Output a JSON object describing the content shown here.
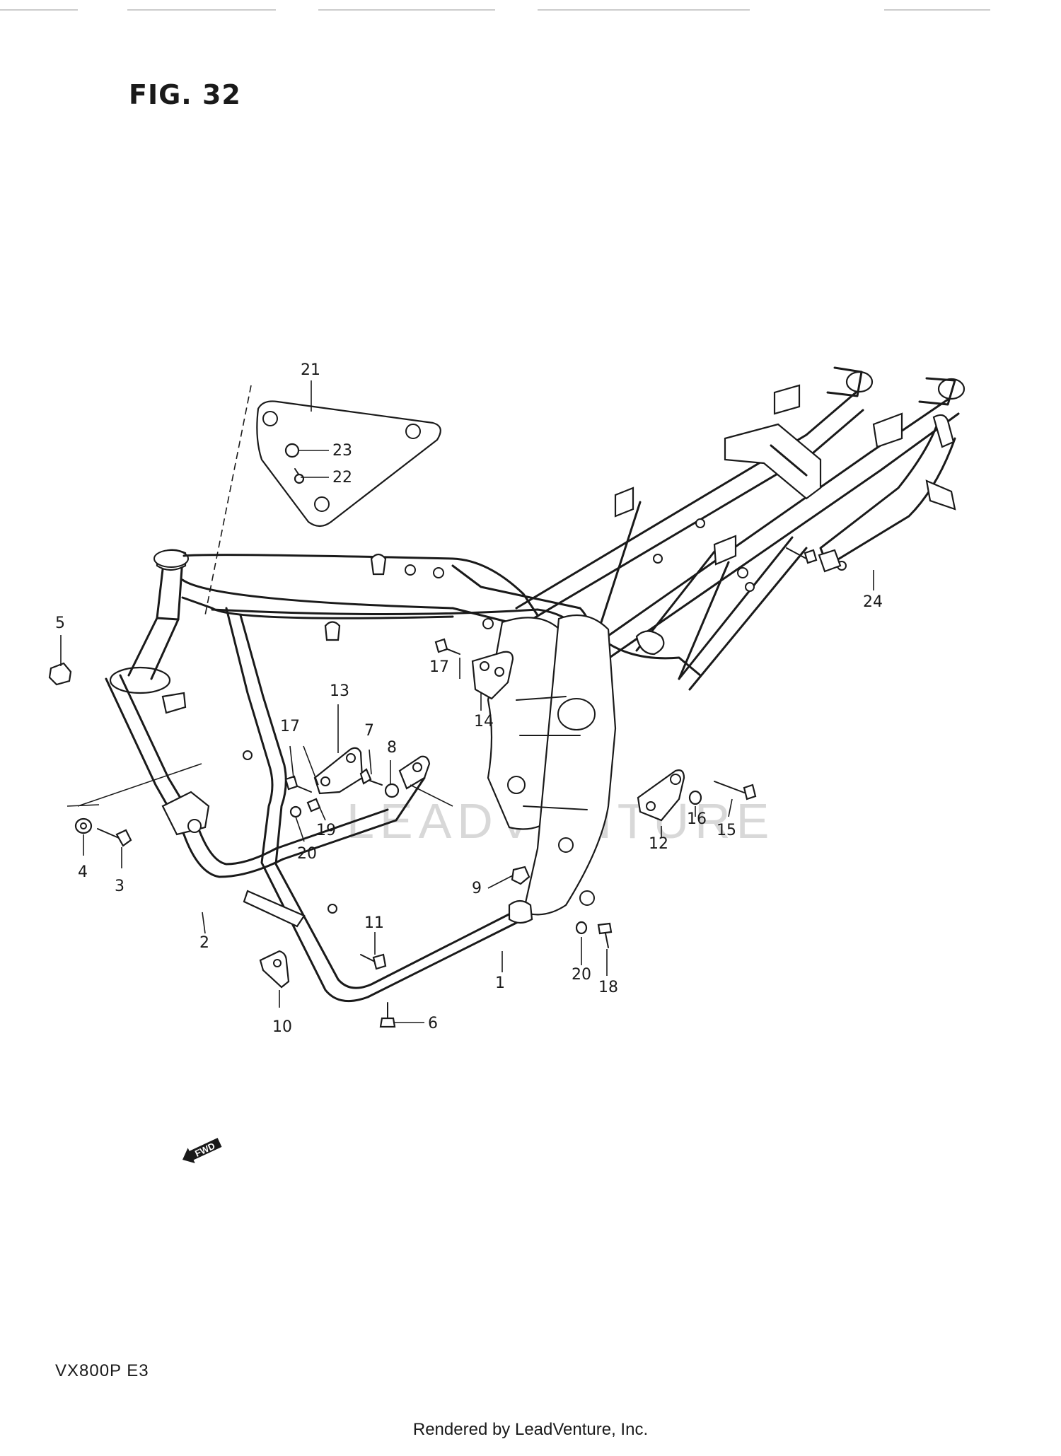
{
  "figure": {
    "title": "FIG. 32",
    "model": "VX800P  E3"
  },
  "footer": {
    "text": "Rendered by LeadVenture, Inc."
  },
  "watermark": {
    "text": "LEADVENTURE"
  },
  "direction_badge": {
    "text": "FWD"
  },
  "callouts": {
    "c1": "1",
    "c2": "2",
    "c3": "3",
    "c4": "4",
    "c5": "5",
    "c6": "6",
    "c7": "7",
    "c8": "8",
    "c9": "9",
    "c10": "10",
    "c11": "11",
    "c12": "12",
    "c13": "13",
    "c14": "14",
    "c15": "15",
    "c16": "16",
    "c17a": "17",
    "c17b": "17",
    "c18": "18",
    "c19": "19",
    "c20a": "20",
    "c20b": "20",
    "c21": "21",
    "c22": "22",
    "c23": "23",
    "c24": "24"
  }
}
